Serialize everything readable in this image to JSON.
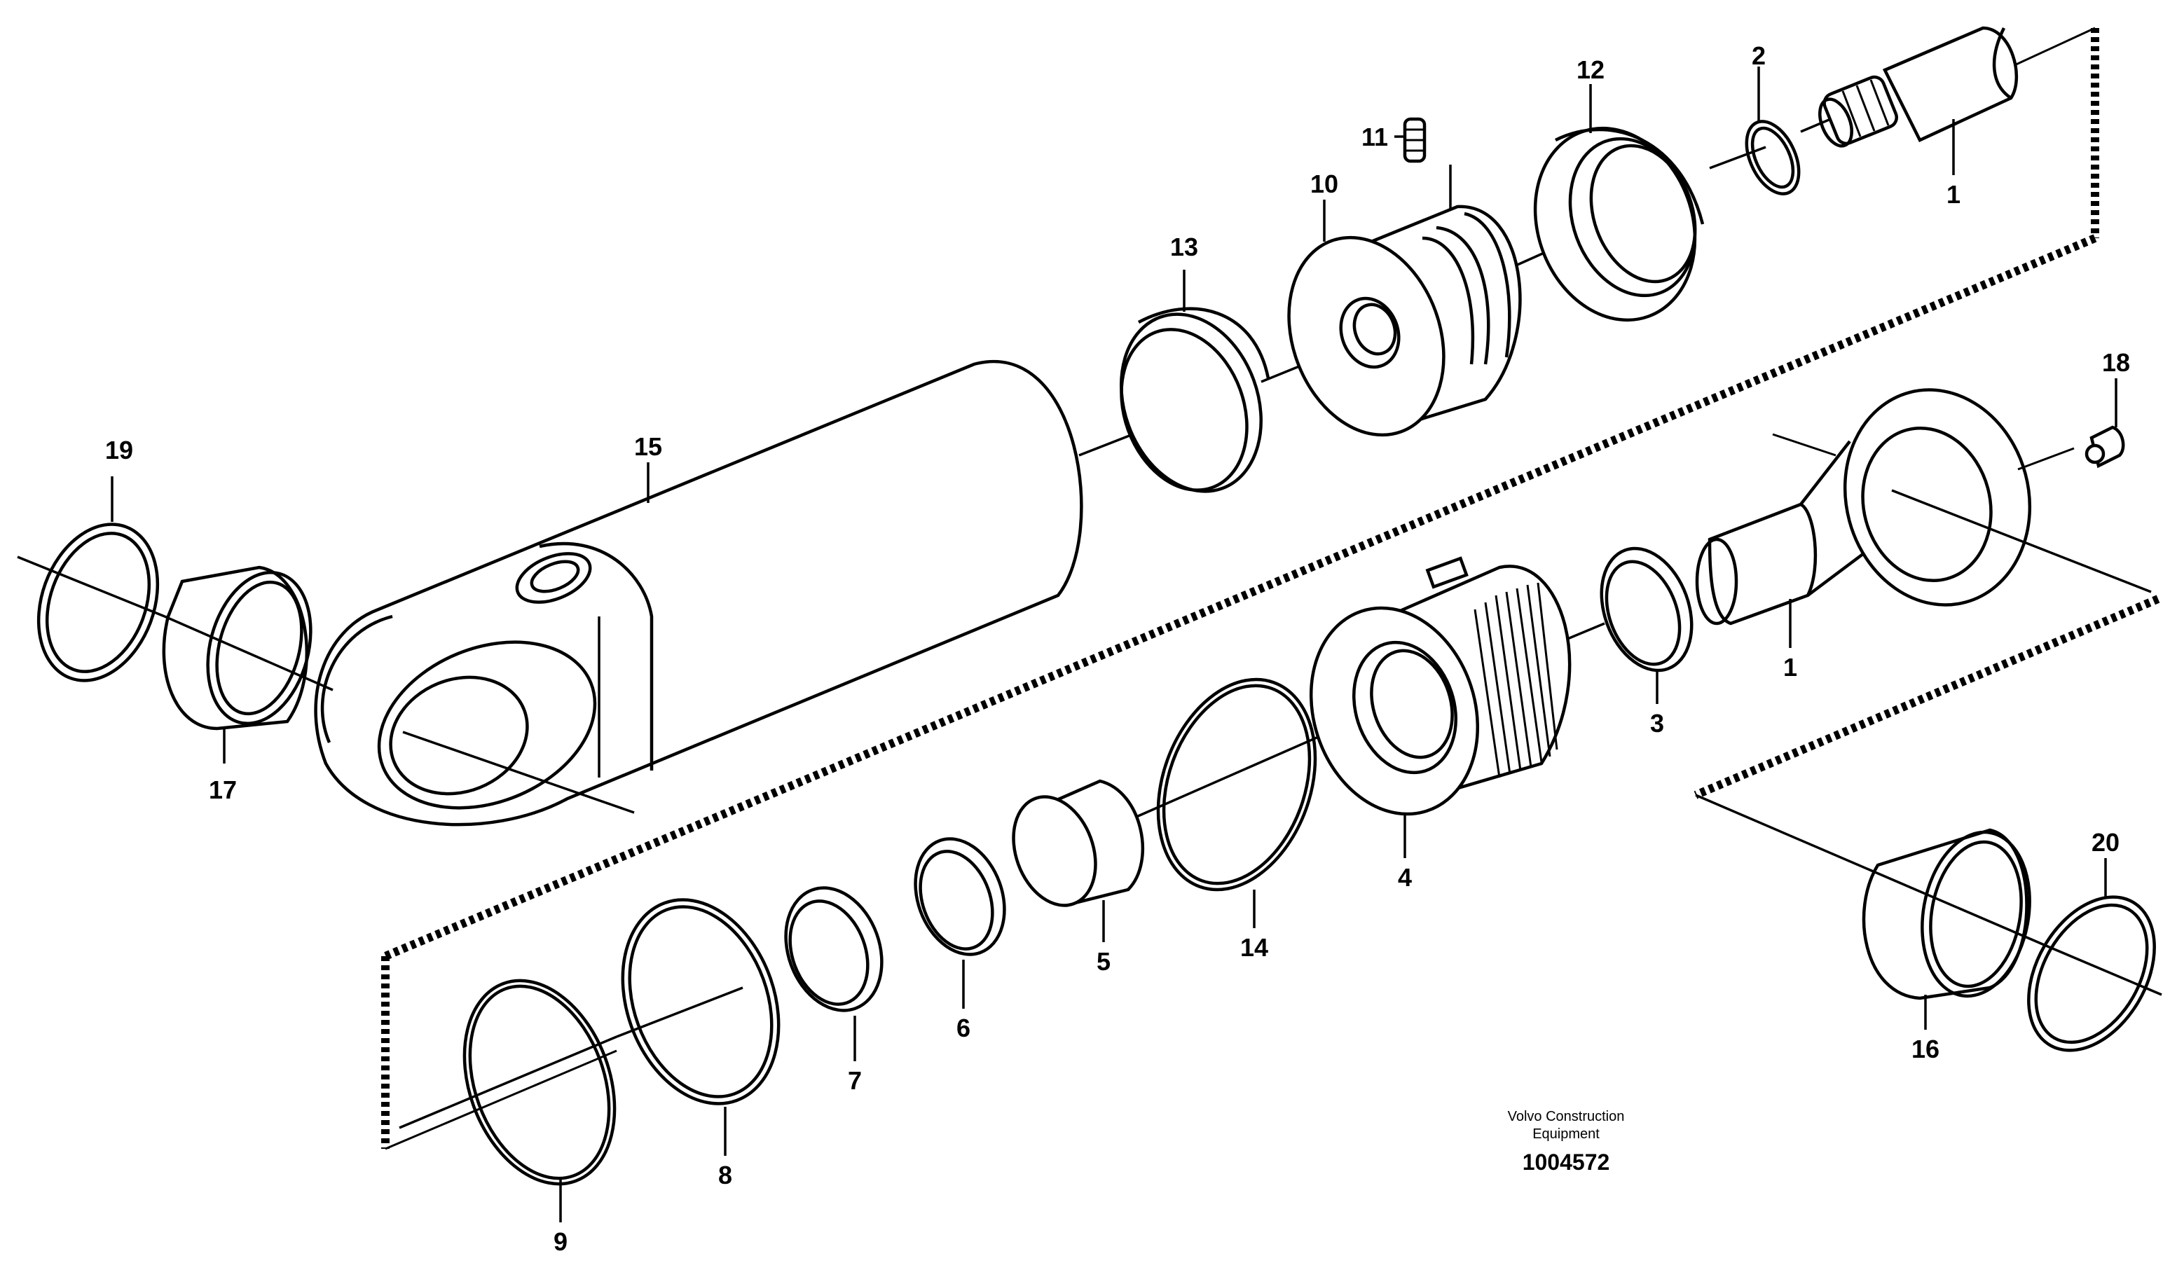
{
  "diagram": {
    "part_labels": [
      "1",
      "2",
      "3",
      "4",
      "5",
      "6",
      "7",
      "8",
      "9",
      "10",
      "11",
      "12",
      "13",
      "14",
      "15",
      "16",
      "17",
      "18",
      "19",
      "20"
    ],
    "extra_label_1": "1",
    "credit_line1": "Volvo Construction",
    "credit_line2": "Equipment",
    "drawing_number": "1004572"
  }
}
